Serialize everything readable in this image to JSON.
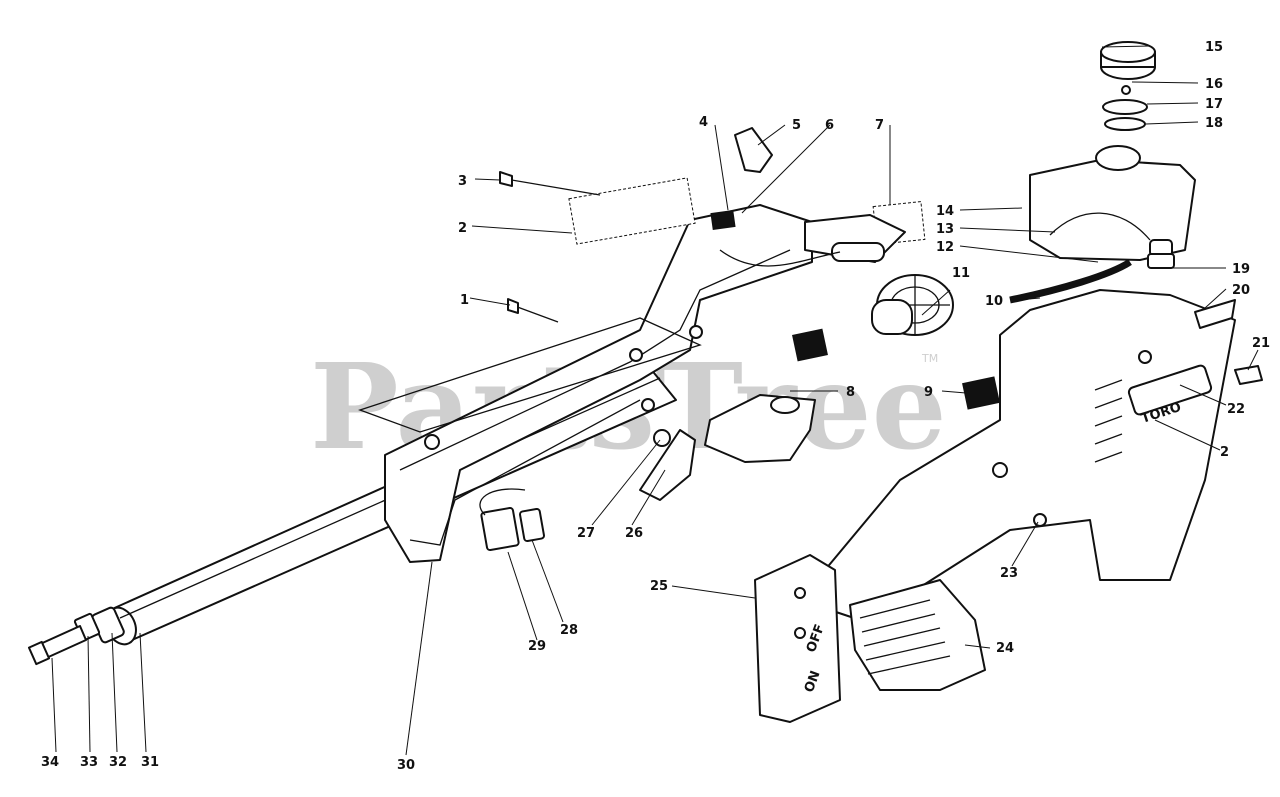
{
  "watermark": {
    "text": "PartsTree",
    "trademark": "TM"
  },
  "labels": {
    "p1": "1",
    "p2": "2",
    "p2b": "2",
    "p3": "3",
    "p4": "4",
    "p5": "5",
    "p6": "6",
    "p7": "7",
    "p8": "8",
    "p9": "9",
    "p10": "10",
    "p11": "11",
    "p12": "12",
    "p13": "13",
    "p14": "14",
    "p15": "15",
    "p16": "16",
    "p17": "17",
    "p18": "18",
    "p19": "19",
    "p20": "20",
    "p21": "21",
    "p22": "22",
    "p23": "23",
    "p24": "24",
    "p25": "25",
    "p26": "26",
    "p27": "27",
    "p28": "28",
    "p29": "29",
    "p30": "30",
    "p31": "31",
    "p32": "32",
    "p33": "33",
    "p34": "34"
  },
  "printed_text": {
    "brand": "TORO",
    "switch_off": "OFF",
    "switch_on": "ON"
  }
}
